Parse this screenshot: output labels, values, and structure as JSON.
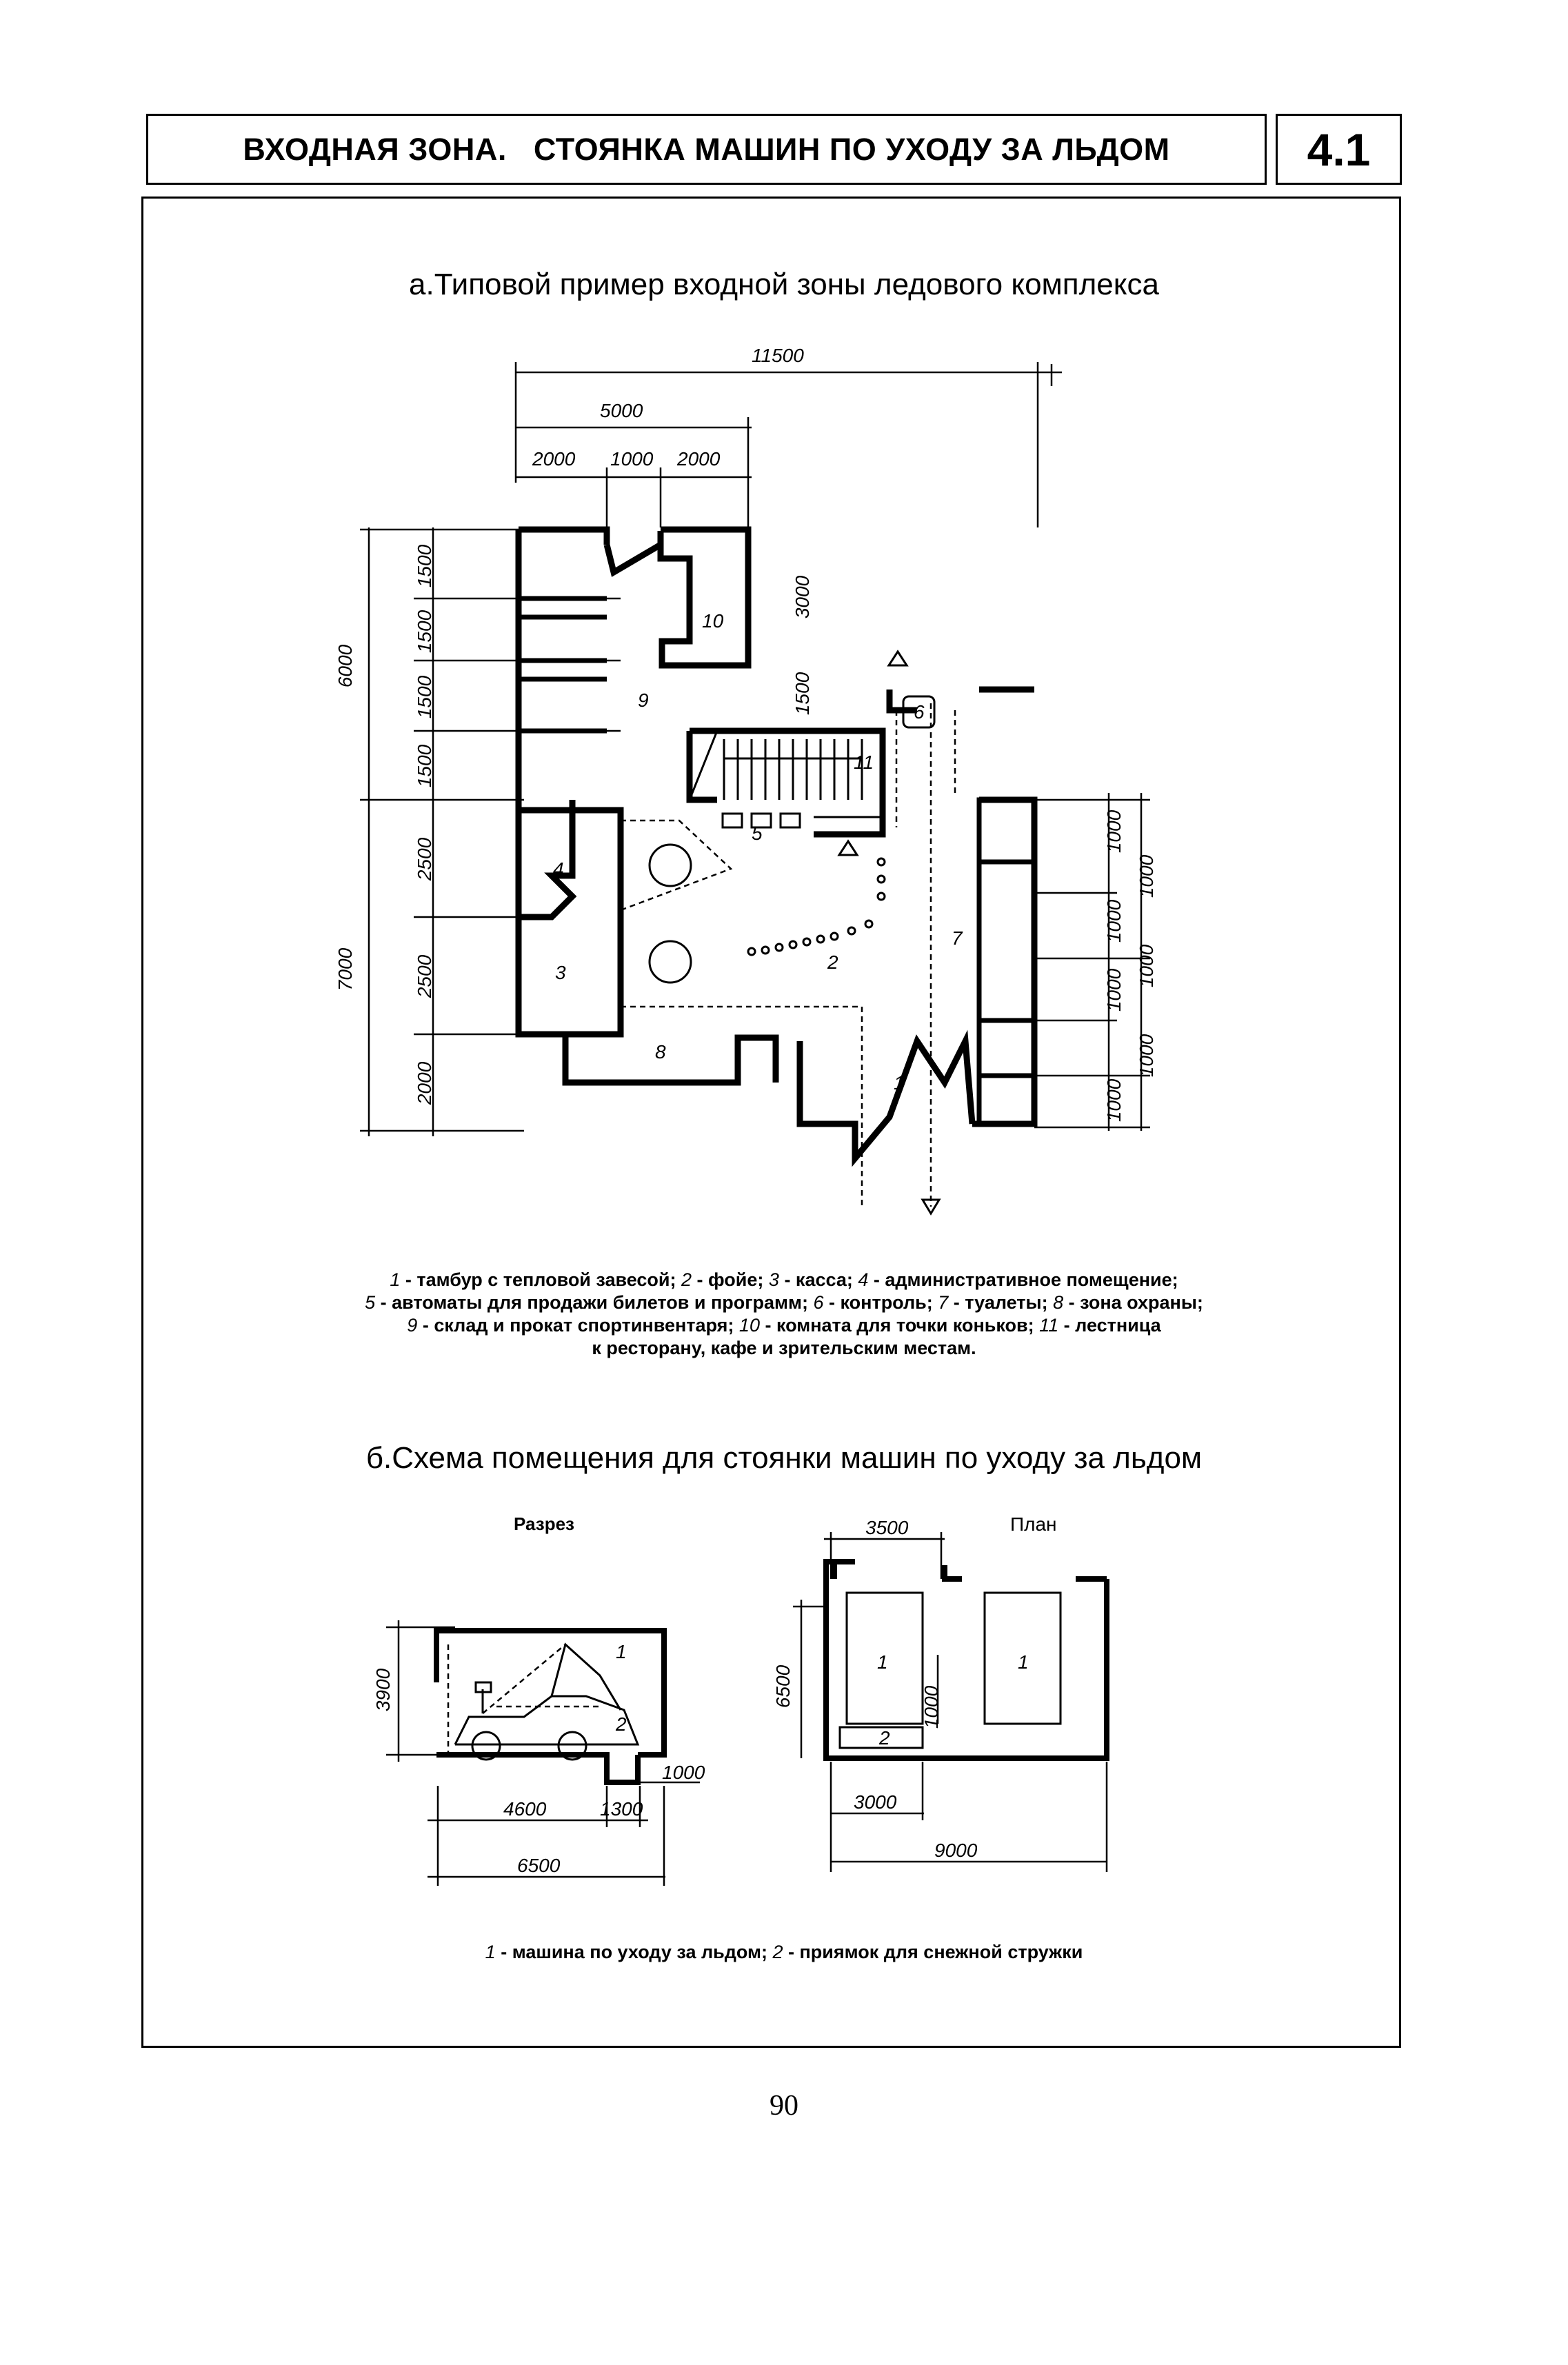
{
  "header": {
    "title": "ВХОДНАЯ ЗОНА.   СТОЯНКА МАШИН ПО УХОДУ ЗА ЛЬДОМ",
    "section_number": "4.1"
  },
  "section_a": {
    "heading": "а.Типовой пример входной зоны ледового комплекса",
    "dimensions": {
      "total_width": "11500",
      "width_5000": "5000",
      "w1": "2000",
      "w2": "1000",
      "w3": "2000",
      "left_total_top": "6000",
      "left_total_bottom": "7000",
      "left_segments": [
        "1500",
        "1500",
        "1500",
        "1500",
        "2500",
        "2500",
        "2000"
      ],
      "mid_segments": [
        "3000",
        "1500"
      ],
      "right_small": [
        "1000",
        "1000",
        "1000",
        "1000"
      ],
      "right_large": [
        "1000",
        "1000",
        "1000"
      ]
    },
    "room_numbers": [
      "1",
      "2",
      "3",
      "4",
      "5",
      "6",
      "7",
      "8",
      "9",
      "10",
      "11"
    ],
    "caption_lines": [
      [
        [
          "1",
          " - тамбур с тепловой завесой; "
        ],
        [
          "2",
          " - фойе; "
        ],
        [
          "3",
          " - касса; "
        ],
        [
          "4",
          " - административное помещение;"
        ]
      ],
      [
        [
          "5",
          " - автоматы для продажи билетов и программ; "
        ],
        [
          "6",
          " - контроль; "
        ],
        [
          "7",
          " - туалеты; "
        ],
        [
          "8",
          " - зона охраны;"
        ]
      ],
      [
        [
          "9",
          " - склад и прокат спортинвентаря; "
        ],
        [
          "10",
          " - комната для точки коньков; "
        ],
        [
          "11",
          " - лестница"
        ]
      ],
      [
        [
          "",
          "к ресторану, кафе и зрительским местам."
        ]
      ]
    ]
  },
  "section_b": {
    "heading": "б.Схема помещения для стоянки машин по уходу за льдом",
    "section_label": "Разрез",
    "plan_label": "План",
    "section_dims": {
      "height": "3900",
      "pit": "1000",
      "w4600": "4600",
      "w1300": "1300",
      "w6500": "6500",
      "label1": "1",
      "label2": "2"
    },
    "plan_dims": {
      "top": "3500",
      "height": "6500",
      "inner": "1000",
      "w3000": "3000",
      "w9000": "9000",
      "label1a": "1",
      "label1b": "1",
      "label2": "2"
    },
    "caption": [
      [
        "1",
        " - машина по уходу за льдом; "
      ],
      [
        "2",
        " - приямок для снежной стружки"
      ]
    ]
  },
  "page_number": "90"
}
